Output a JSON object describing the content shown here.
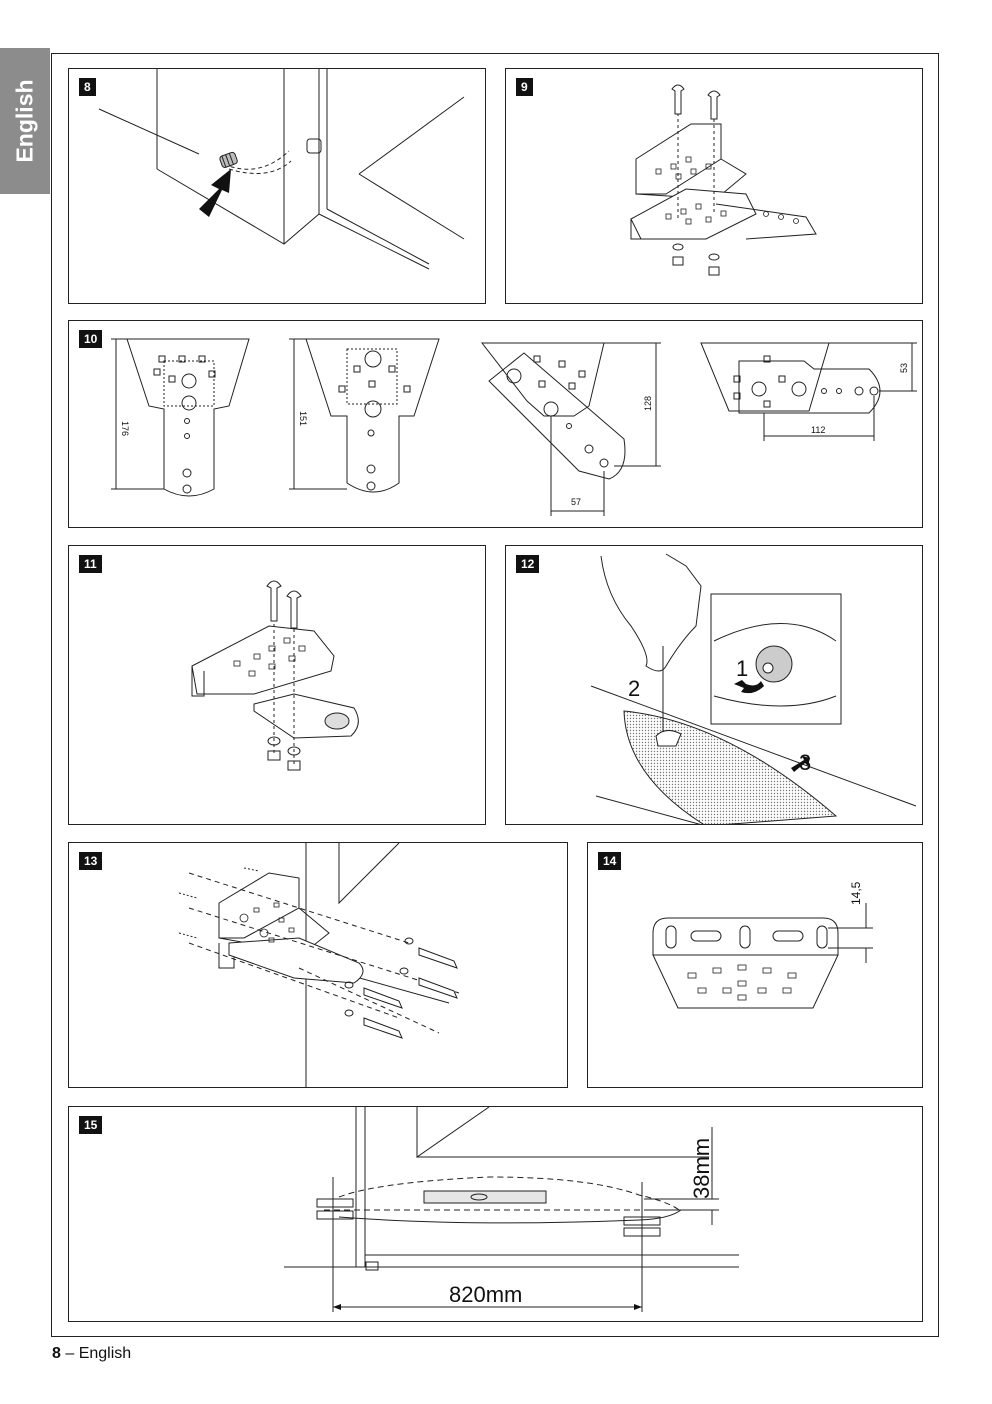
{
  "side_tab": {
    "label": "English"
  },
  "figures": [
    {
      "number": "8"
    },
    {
      "number": "9"
    },
    {
      "number": "10",
      "dims": [
        "176",
        "151",
        "128",
        "57",
        "53",
        "112"
      ]
    },
    {
      "number": "11"
    },
    {
      "number": "12",
      "callouts": [
        "1",
        "2",
        "3"
      ]
    },
    {
      "number": "13"
    },
    {
      "number": "14",
      "dims": [
        "14,5"
      ]
    },
    {
      "number": "15",
      "dims": [
        "38mm",
        "820mm"
      ]
    }
  ],
  "footer": {
    "page_number": "8",
    "separator": " – ",
    "language": "English"
  }
}
